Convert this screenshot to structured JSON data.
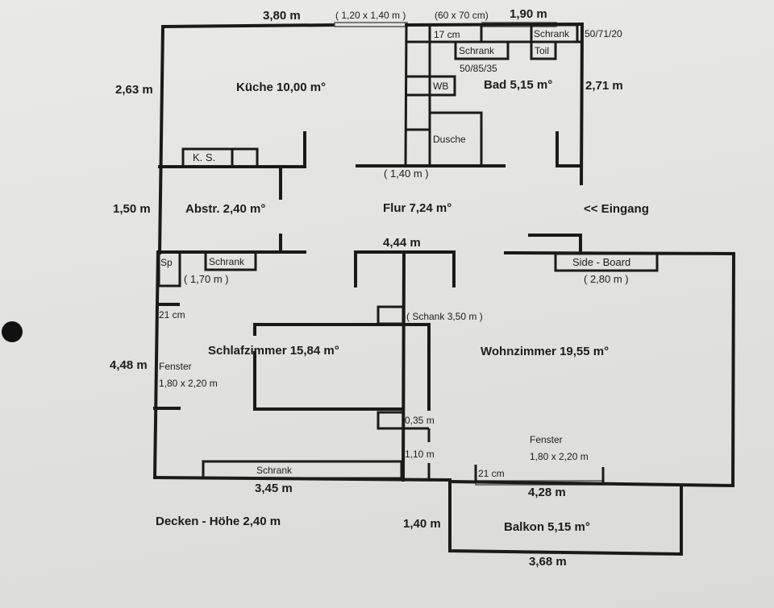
{
  "plan": {
    "rooms": {
      "kueche": "Küche 10,00 m°",
      "bad": "Bad 5,15 m°",
      "abstr": "Abstr. 2,40 m°",
      "flur": "Flur 7,24 m°",
      "schlafzimmer": "Schlafzimmer 15,84 m°",
      "wohnzimmer": "Wohnzimmer 19,55 m°",
      "balkon": "Balkon 5,15 m°"
    },
    "dimensions": {
      "top_left": "3,80 m",
      "top_right": "1,90 m",
      "kueche_height": "2,63 m",
      "bad_height": "2,71 m",
      "abstr_height": "1,50 m",
      "flur_door": "( 1,40 m )",
      "flur_width": "4,44 m",
      "schlaf_height": "4,48 m",
      "schlaf_bottom": "3,45 m",
      "wohn_bottom": "4,28 m",
      "balkon_height": "1,40 m",
      "balkon_bottom": "3,68 m",
      "sp_schrank": "( 1,70 m )",
      "sideboard": "( 2,80 m )",
      "schank": "( Schank 3,50 m )",
      "d_035": "0,35 m",
      "d_110": "1,10 m",
      "d_21cm_left": "21 cm",
      "d_21cm_bottom": "21 cm",
      "d_17cm": "17 cm"
    },
    "windows": {
      "kueche_window": "( 1,20 x 1,40 m )",
      "bad_window": "(60 x 70 cm)",
      "schlaf_window_label": "Fenster",
      "schlaf_window_size": "1,80 x 2,20 m",
      "wohn_window_label": "Fenster",
      "wohn_window_size": "1,80 x 2,20 m"
    },
    "furniture": {
      "ks": "K. S.",
      "schrank_bad_top": "Schrank",
      "schrank_bad_top_size": "50/71/20",
      "schrank_bad": "Schrank",
      "schrank_bad_size": "50/85/35",
      "toil": "Toil",
      "wb": "WB",
      "dusche": "Dusche",
      "sp": "Sp",
      "schrank_abstr": "Schrank",
      "sideboard": "Side - Board",
      "schrank_schlaf": "Schrank"
    },
    "entrance": "<<  Eingang",
    "ceiling_height": "Decken - Höhe 2,40 m"
  }
}
